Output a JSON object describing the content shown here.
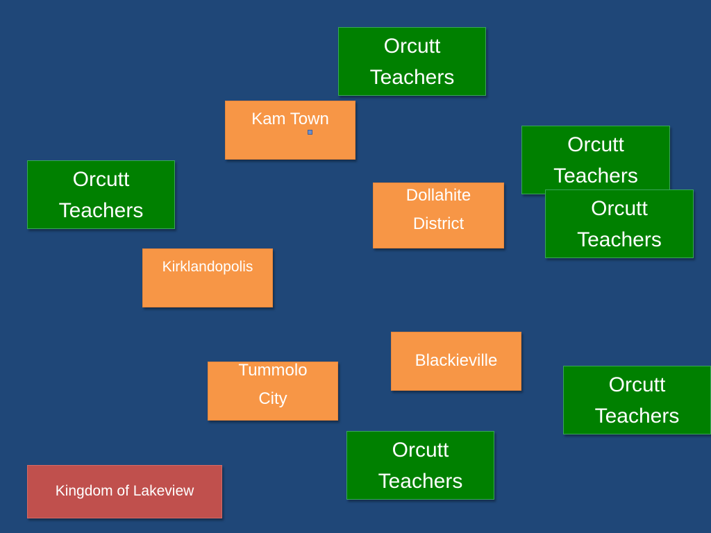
{
  "colors": {
    "background": "#1f4778",
    "teachers": "#008000",
    "town": "#f79646",
    "kingdom": "#c0504d"
  },
  "teachers": [
    {
      "label": "Orcutt\nTeachers"
    },
    {
      "label": "Orcutt\nTeachers"
    },
    {
      "label": "Orcutt\nTeachers"
    },
    {
      "label": "Orcutt\nTeachers"
    },
    {
      "label": "Orcutt\nTeachers"
    },
    {
      "label": "Orcutt\nTeachers"
    }
  ],
  "towns": [
    {
      "label": "Kam Town"
    },
    {
      "label": "Dollahite\nDistrict"
    },
    {
      "label": "Kirklandopolis"
    },
    {
      "label": "Blackieville"
    },
    {
      "label": "Tummolo\nCity"
    }
  ],
  "kingdom": {
    "label": "Kingdom of Lakeview"
  }
}
